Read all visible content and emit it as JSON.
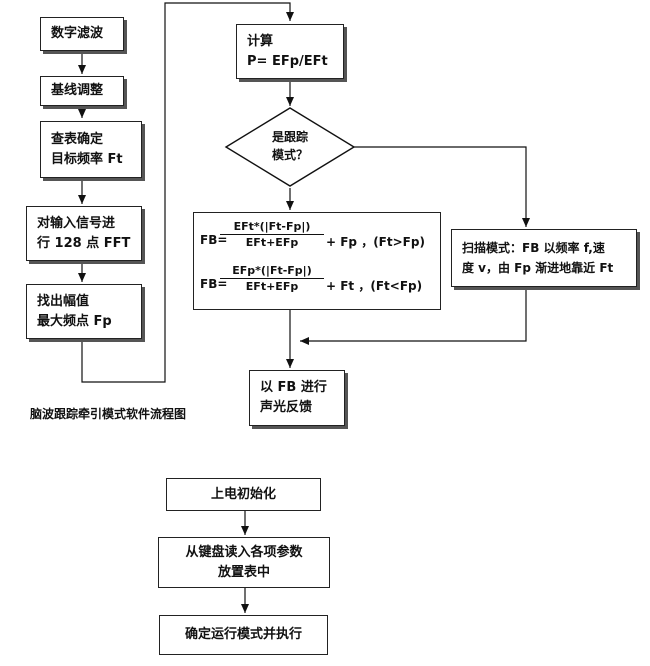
{
  "flow1": {
    "left_column": [
      {
        "lines": [
          "数字滤波"
        ]
      },
      {
        "lines": [
          "基线调整"
        ]
      },
      {
        "lines": [
          "查表确定",
          "目标频率 Ft"
        ]
      },
      {
        "lines": [
          "对输入信号进",
          "行 128 点 FFT"
        ]
      },
      {
        "lines": [
          "找出幅值",
          "最大频点 Fp"
        ]
      }
    ],
    "compute": {
      "lines": [
        "计算",
        "P= EFp/EFt"
      ]
    },
    "decision": {
      "lines": [
        "是跟踪",
        "模式？"
      ]
    },
    "tracking": {
      "f1_lhs": "FB=",
      "f1_num": "EFt*(|Ft-Fp|)",
      "f1_den": "EFt+EFp",
      "f1_tail": "+ Fp ，(Ft>Fp)",
      "f2_lhs": "FB=",
      "f2_num": "EFp*(|Ft-Fp|)",
      "f2_den": "EFt+EFp",
      "f2_tail": "+ Ft ，(Ft<Fp)"
    },
    "scan": {
      "lines": [
        "扫描模式：FB 以频率 f,速",
        "度 v，由 Fp 渐进地靠近 Ft"
      ]
    },
    "output": {
      "lines": [
        "以 FB 进行",
        "声光反馈"
      ]
    },
    "caption": "脑波跟踪牵引模式软件流程图"
  },
  "flow2": {
    "steps": [
      {
        "lines": [
          "上电初始化"
        ]
      },
      {
        "lines": [
          "从键盘读入各项参数",
          "放置表中"
        ]
      },
      {
        "lines": [
          "确定运行模式并执行"
        ]
      }
    ]
  }
}
